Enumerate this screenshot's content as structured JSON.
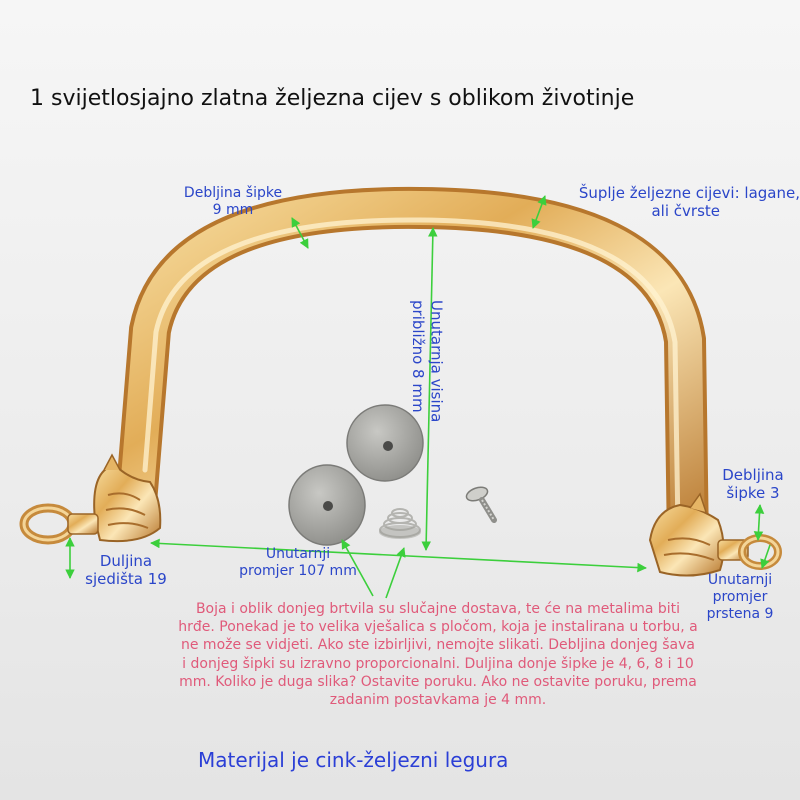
{
  "title": "1 svijetlosjajno zlatna željezna cijev s oblikom životinje",
  "labels": {
    "rod_thickness": {
      "line1": "Debljina šipke",
      "line2": "9 mm"
    },
    "hollow_tube": {
      "line1": "Šuplje željezne cijevi: lagane,",
      "line2": "ali čvrste"
    },
    "inner_height": {
      "line1": "Unutarnja visina",
      "line2": "približno 8 mm"
    },
    "rod_thickness_3": {
      "line1": "Debljina",
      "line2": "šipke 3"
    },
    "seat_length": {
      "line1": "Duljina",
      "line2": "sjedišta 19"
    },
    "inner_diameter": {
      "line1": "Unutarnji",
      "line2": "promjer 107 mm"
    },
    "ring_diameter": {
      "line1": "Unutarnji",
      "line2": "promjer",
      "line3": "prstena 9"
    }
  },
  "note": "Boja i oblik donjeg brtvila su slučajne dostava, te će na metalima biti hrđe. Ponekad je to velika vješalica s pločom, koja je instalirana u torbu, a ne može se vidjeti. Ako ste izbirljivi, nemojte slikati. Debljina donjeg šava i donjeg šipki su izravno proporcionalni. Duljina donje šipke je 4, 6, 8 i 10 mm. Koliko je duga slika? Ostavite poruku. Ako ne ostavite poruku, prema zadanim postavkama je 4 mm.",
  "footer": "Materijal je cink-željezni legura",
  "colors": {
    "annotation_blue": "#2b46c9",
    "note_pink": "#e05a7a",
    "arrow_green": "#3ccf3c",
    "gold": "#d9a24a"
  }
}
